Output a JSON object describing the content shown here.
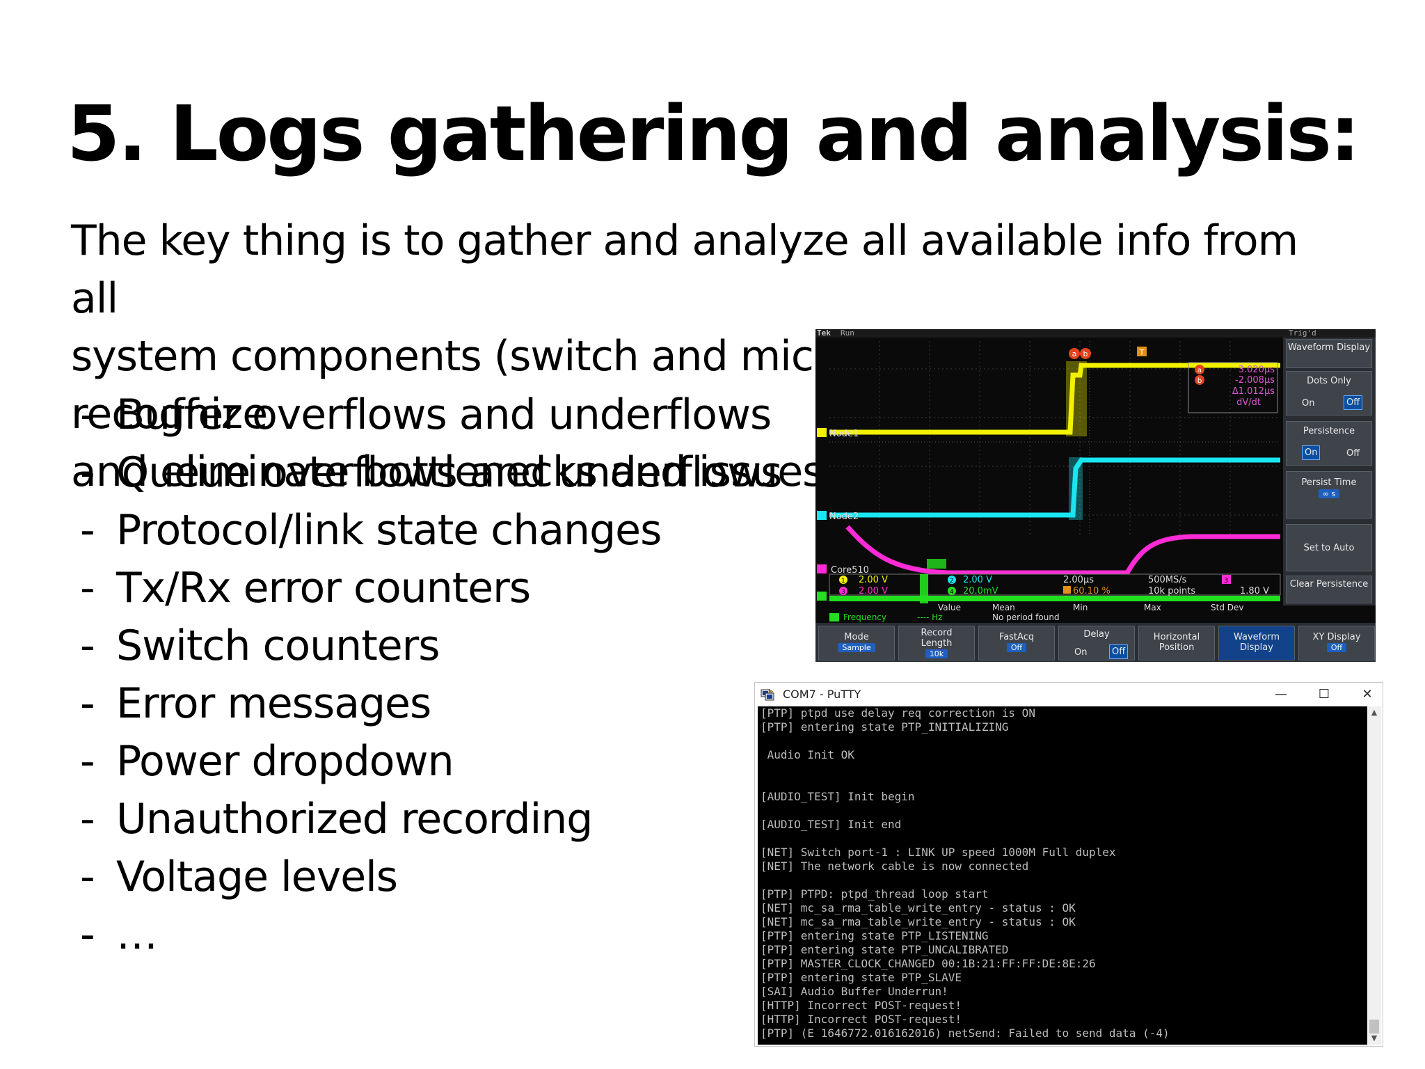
{
  "slide": {
    "title": "5. Logs gathering and analysis:",
    "intro_lines": [
      "The key thing is to gather and analyze all available info from all",
      "system components (switch and microcontroller) to recognize",
      "and eliminate bottlenecks and issues:"
    ],
    "bullet_dash": "-",
    "bullets": [
      "Buffer overflows and underflows",
      "Queue overflows and underflows",
      "Protocol/link state changes",
      "Tx/Rx error counters",
      "Switch counters",
      "Error messages",
      "Power dropdown",
      "Unauthorized recording",
      "Voltage levels",
      "…"
    ]
  },
  "oscilloscope": {
    "brand": "Tek",
    "run": "Run",
    "trig": "Trig'd",
    "colors": {
      "ch1": "#f2f200",
      "ch2": "#19e6f0",
      "ch3": "#ff2bd6",
      "ch4": "#22e01e",
      "panel": "#2a2e33"
    },
    "cursor_box": {
      "a": "3.020µs",
      "b": "-2.008µs",
      "delta": "Δ1.012µs",
      "unit": "dV/dt"
    },
    "channels": {
      "node1": "Node1",
      "node2": "Node2",
      "core": "Core510"
    },
    "readout": {
      "ch1": "2.00 V",
      "ch3": "2.00 V",
      "ch2": "2.00 V",
      "ch4": "20.0mV",
      "timebase": "2.00µs",
      "trig_pct": "60.10 %",
      "rate": "500MS/s",
      "points": "10k points",
      "trig_ch": "3",
      "trig_level": "1.80 V"
    },
    "meas_headers": {
      "value": "Value",
      "mean": "Mean",
      "min": "Min",
      "max": "Max",
      "std": "Std Dev"
    },
    "meas_row": {
      "name": "Frequency",
      "value": "---- Hz",
      "mean": "No period found"
    },
    "side_menu": {
      "waveform_display": "Waveform Display",
      "dots_only": "Dots Only",
      "dots_on": "On",
      "dots_off": "Off",
      "persistence": "Persistence",
      "pers_on": "On",
      "pers_off": "Off",
      "persist_time": "Persist Time",
      "persist_time_val": "∞ s",
      "set_to_auto": "Set to Auto",
      "clear_persistence": "Clear Persistence"
    },
    "bottom_menu": {
      "mode": "Mode",
      "mode_val": "Sample",
      "record_length": "Record Length",
      "record_length_val": "10k",
      "fastacq": "FastAcq",
      "fastacq_val": "Off",
      "delay": "Delay",
      "delay_on": "On",
      "delay_off": "Off",
      "horizontal_position": "Horizontal Position",
      "waveform_display": "Waveform Display",
      "xy_display": "XY Display",
      "xy_val": "Off"
    }
  },
  "putty": {
    "title": "COM7 - PuTTY",
    "minimize": "—",
    "maximize": "☐",
    "close": "✕",
    "lines": [
      "[PTP] ptpd use delay req correction is ON",
      "[PTP] entering state PTP_INITIALIZING",
      "",
      " Audio Init OK",
      "",
      "",
      "[AUDIO_TEST] Init begin",
      "",
      "[AUDIO_TEST] Init end",
      "",
      "[NET] Switch port-1 : LINK UP speed 1000M Full duplex",
      "[NET] The network cable is now connected",
      "",
      "[PTP] PTPD: ptpd_thread loop start",
      "[NET] mc_sa_rma_table_write_entry - status : OK",
      "[NET] mc_sa_rma_table_write_entry - status : OK",
      "[PTP] entering state PTP_LISTENING",
      "[PTP] entering state PTP_UNCALIBRATED",
      "[PTP] MASTER_CLOCK_CHANGED 00:1B:21:FF:FF:DE:8E:26",
      "[PTP] entering state PTP_SLAVE",
      "[SAI] Audio Buffer Underrun!",
      "[HTTP] Incorrect POST-request!",
      "[HTTP] Incorrect POST-request!",
      "[PTP] (E 1646772.016162016) netSend: Failed to send data (-4)"
    ]
  }
}
